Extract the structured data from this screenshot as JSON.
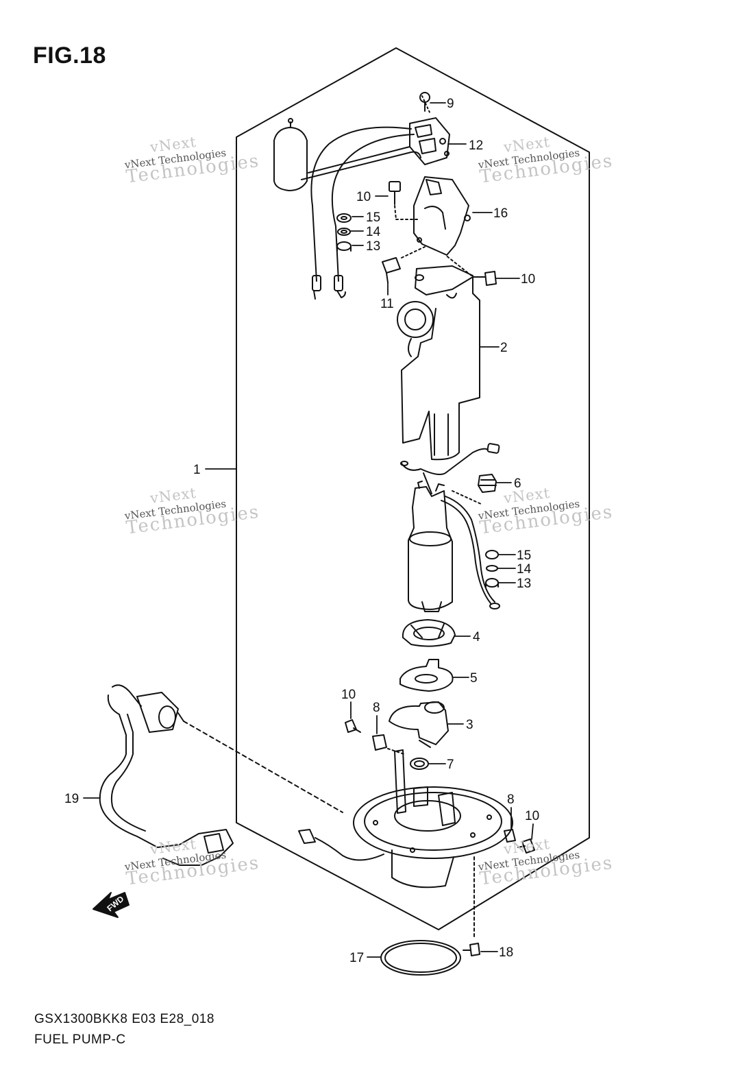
{
  "figure": {
    "title": "FIG.18"
  },
  "footer": {
    "model_code": "GSX1300BKK8 E03 E28_018",
    "part_group": "FUEL PUMP-C"
  },
  "watermark": {
    "line1": "vNext",
    "line2": "vNext Technologies",
    "line3": "Technologies"
  },
  "direction_marker": {
    "label": "FWD"
  },
  "callouts": [
    "1",
    "2",
    "3",
    "4",
    "5",
    "6",
    "7",
    "8",
    "9",
    "10",
    "11",
    "12",
    "13",
    "14",
    "15",
    "16",
    "17",
    "18",
    "19"
  ],
  "colors": {
    "line": "#111111",
    "watermark": "#c4c4c4",
    "background": "#ffffff"
  }
}
